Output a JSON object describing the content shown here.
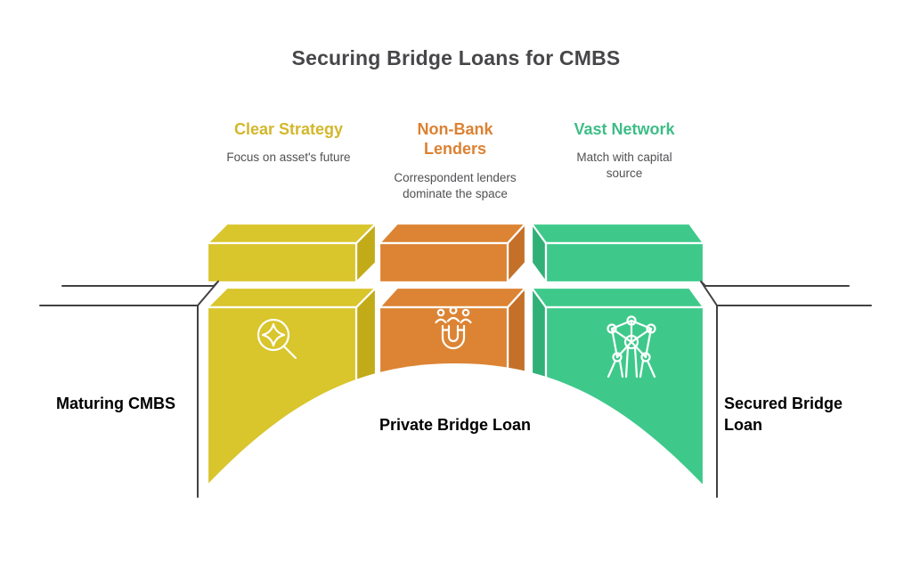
{
  "title": "Securing Bridge Loans for CMBS",
  "columns": [
    {
      "id": "clear-strategy",
      "heading": "Clear Strategy",
      "description": "Focus on asset's future",
      "icon": "sparkle-magnifier-icon"
    },
    {
      "id": "non-bank-lenders",
      "heading": "Non-Bank Lenders",
      "description": "Correspondent lenders dominate the space",
      "icon": "magnet-attract-icon"
    },
    {
      "id": "vast-network",
      "heading": "Vast Network",
      "description": "Match with capital source",
      "icon": "network-nodes-icon"
    }
  ],
  "bridge": {
    "left_label": "Maturing CMBS",
    "center_label": "Private Bridge Loan",
    "right_label": "Secured Bridge Loan"
  },
  "colors": {
    "yellow_front": "#d9c52c",
    "yellow_side": "#c2ab18",
    "orange_front": "#dc8434",
    "orange_side": "#c47029",
    "green_front": "#3ec98b",
    "green_side": "#30b077",
    "heading_yellow": "#d3b72b",
    "heading_orange": "#dc8132",
    "heading_green": "#3ebd87",
    "text_dark": "#47474a",
    "text_gray": "#515154",
    "line": "#414144",
    "icon_stroke": "#ffffff",
    "background": "#ffffff"
  }
}
